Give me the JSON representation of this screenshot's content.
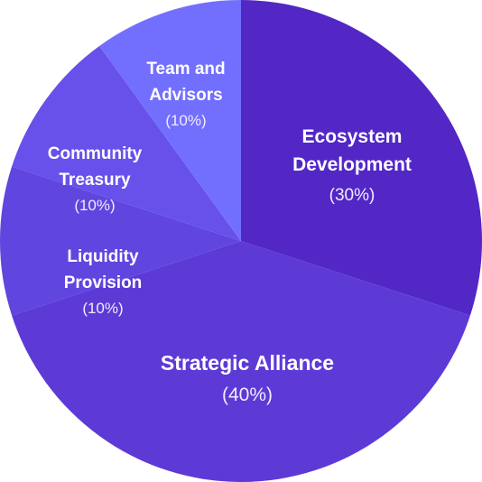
{
  "chart_data": {
    "type": "pie",
    "title": "",
    "slices": [
      {
        "name_lines": [
          "Ecosystem",
          "Development"
        ],
        "percent_label": "(30%)",
        "value": 30,
        "color": "#5227c6"
      },
      {
        "name_lines": [
          "Strategic Alliance"
        ],
        "percent_label": "(40%)",
        "value": 40,
        "color": "#5d3ad6"
      },
      {
        "name_lines": [
          "Liquidity",
          "Provision"
        ],
        "percent_label": "(10%)",
        "value": 10,
        "color": "#6145df"
      },
      {
        "name_lines": [
          "Community",
          "Treasury"
        ],
        "percent_label": "(10%)",
        "value": 10,
        "color": "#6751ea"
      },
      {
        "name_lines": [
          "Team and",
          "Advisors"
        ],
        "percent_label": "(10%)",
        "value": 10,
        "color": "#736ffe"
      }
    ]
  }
}
